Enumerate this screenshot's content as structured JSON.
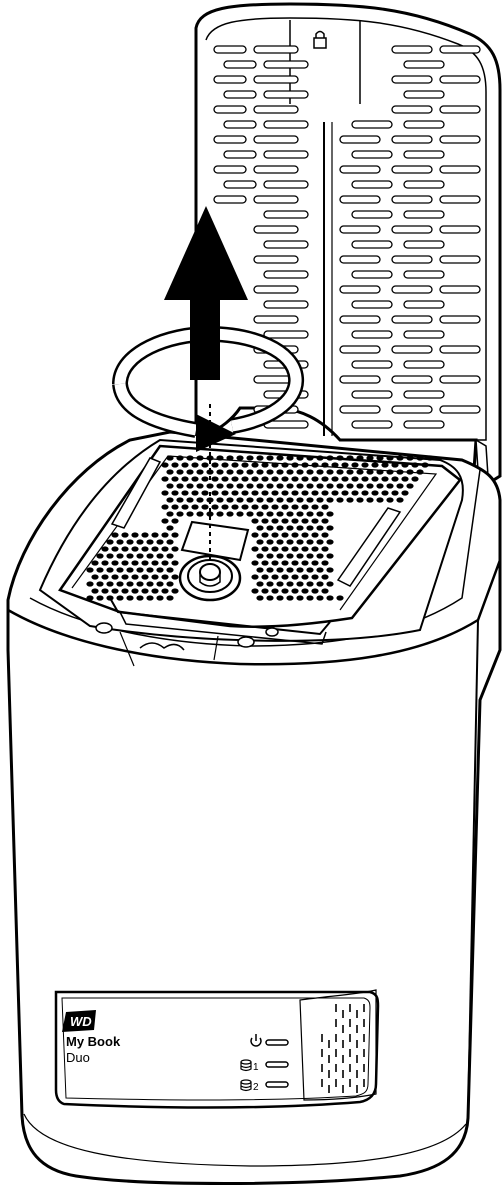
{
  "device": {
    "brand_logo_text": "WD",
    "product_name": "My Book",
    "product_model": "Duo"
  },
  "indicators": [
    {
      "icon": "power-icon",
      "label": ""
    },
    {
      "icon": "drive-stack-icon",
      "label": "1"
    },
    {
      "icon": "drive-stack-icon",
      "label": "2"
    }
  ],
  "actions": {
    "lift_arrow": "arrow-up-icon",
    "rotate_arrow": "rotate-icon"
  },
  "colors": {
    "line": "#000000",
    "fill": "#ffffff"
  }
}
